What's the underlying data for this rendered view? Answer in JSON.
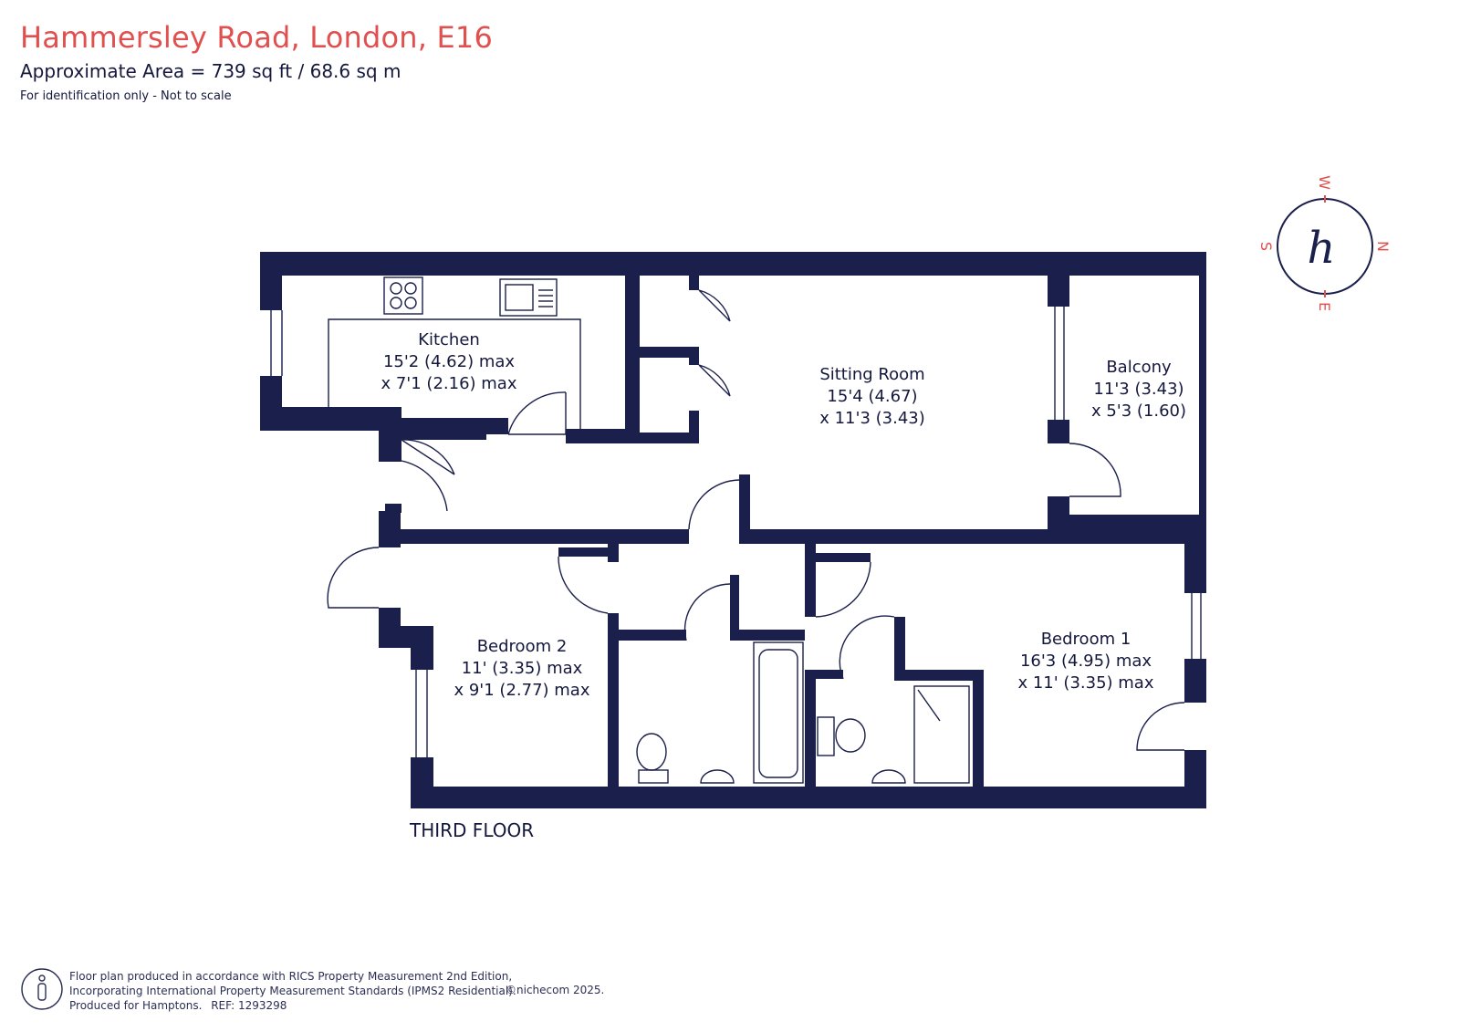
{
  "header": {
    "title": "Hammersley Road, London, E16",
    "area": "Approximate Area = 739  sq ft / 68.6  sq m",
    "note": "For identification only - Not to scale"
  },
  "compass": {
    "n": "N",
    "s": "S",
    "e": "E",
    "w": "W",
    "logo": "h"
  },
  "rooms": {
    "kitchen": {
      "name": "Kitchen",
      "line1": "15'2 (4.62) max",
      "line2": "x 7'1 (2.16) max"
    },
    "sitting": {
      "name": "Sitting Room",
      "line1": "15'4 (4.67)",
      "line2": "x 11'3 (3.43)"
    },
    "balcony": {
      "name": "Balcony",
      "line1": "11'3 (3.43)",
      "line2": "x 5'3 (1.60)"
    },
    "bedroom2": {
      "name": "Bedroom 2",
      "line1": "11' (3.35) max",
      "line2": "x 9'1 (2.77) max"
    },
    "bedroom1": {
      "name": "Bedroom 1",
      "line1": "16'3 (4.95) max",
      "line2": "x 11' (3.35) max"
    }
  },
  "floor_label": "THIRD FLOOR",
  "footer": {
    "line1": "Floor plan produced in accordance with RICS Property Measurement 2nd Edition,",
    "line2": "Incorporating International Property Measurement Standards (IPMS2 Residential).",
    "line3a": "Produced for Hamptons.",
    "line3b": "REF:  1293298",
    "copyright": "©nichecom 2025."
  },
  "colors": {
    "wall": "#1a1f4b",
    "accent": "#e0504f"
  }
}
